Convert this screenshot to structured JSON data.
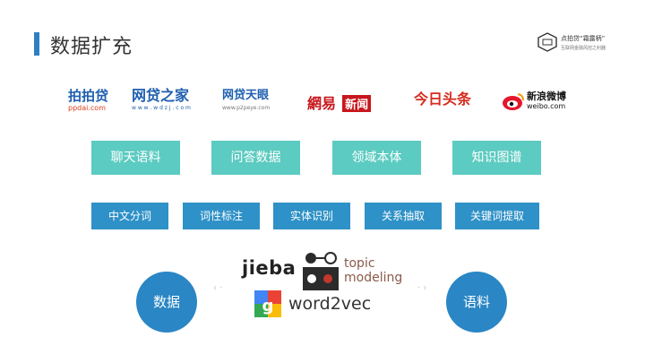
{
  "slide": {
    "title": "数据扩充",
    "corner_logo": {
      "line1": "点拍贷“霜露柄”",
      "line2": "互联网金融风控之利器"
    }
  },
  "sources": [
    {
      "main": "拍拍贷",
      "sub": "ppdai.com",
      "color": "#1f5fb0"
    },
    {
      "main": "网贷之家",
      "sub": "w w w . w d z j . c o m",
      "color": "#1f5fb0"
    },
    {
      "main": "网贷天眼",
      "sub": "www.p2peye.com",
      "color": "#1f5fb0"
    },
    {
      "main": "網易",
      "main2": "新闻",
      "color": "#c8161d"
    },
    {
      "main": "今日头条",
      "color": "#d52b1e"
    },
    {
      "main": "新浪微博",
      "sub": "weibo.com",
      "color": "#111111"
    }
  ],
  "categories": [
    "聊天语料",
    "问答数据",
    "领域本体",
    "知识图谱"
  ],
  "tasks": [
    "中文分词",
    "词性标注",
    "实体识别",
    "关系抽取",
    "关键词提取"
  ],
  "tools": {
    "jieba": "jieba",
    "topic": "topic\nmodeling",
    "word2vec": "word2vec"
  },
  "circles": {
    "left": "数据",
    "right": "语料"
  },
  "arrows": {
    "left": "‹ ·",
    "right": "· ›"
  }
}
